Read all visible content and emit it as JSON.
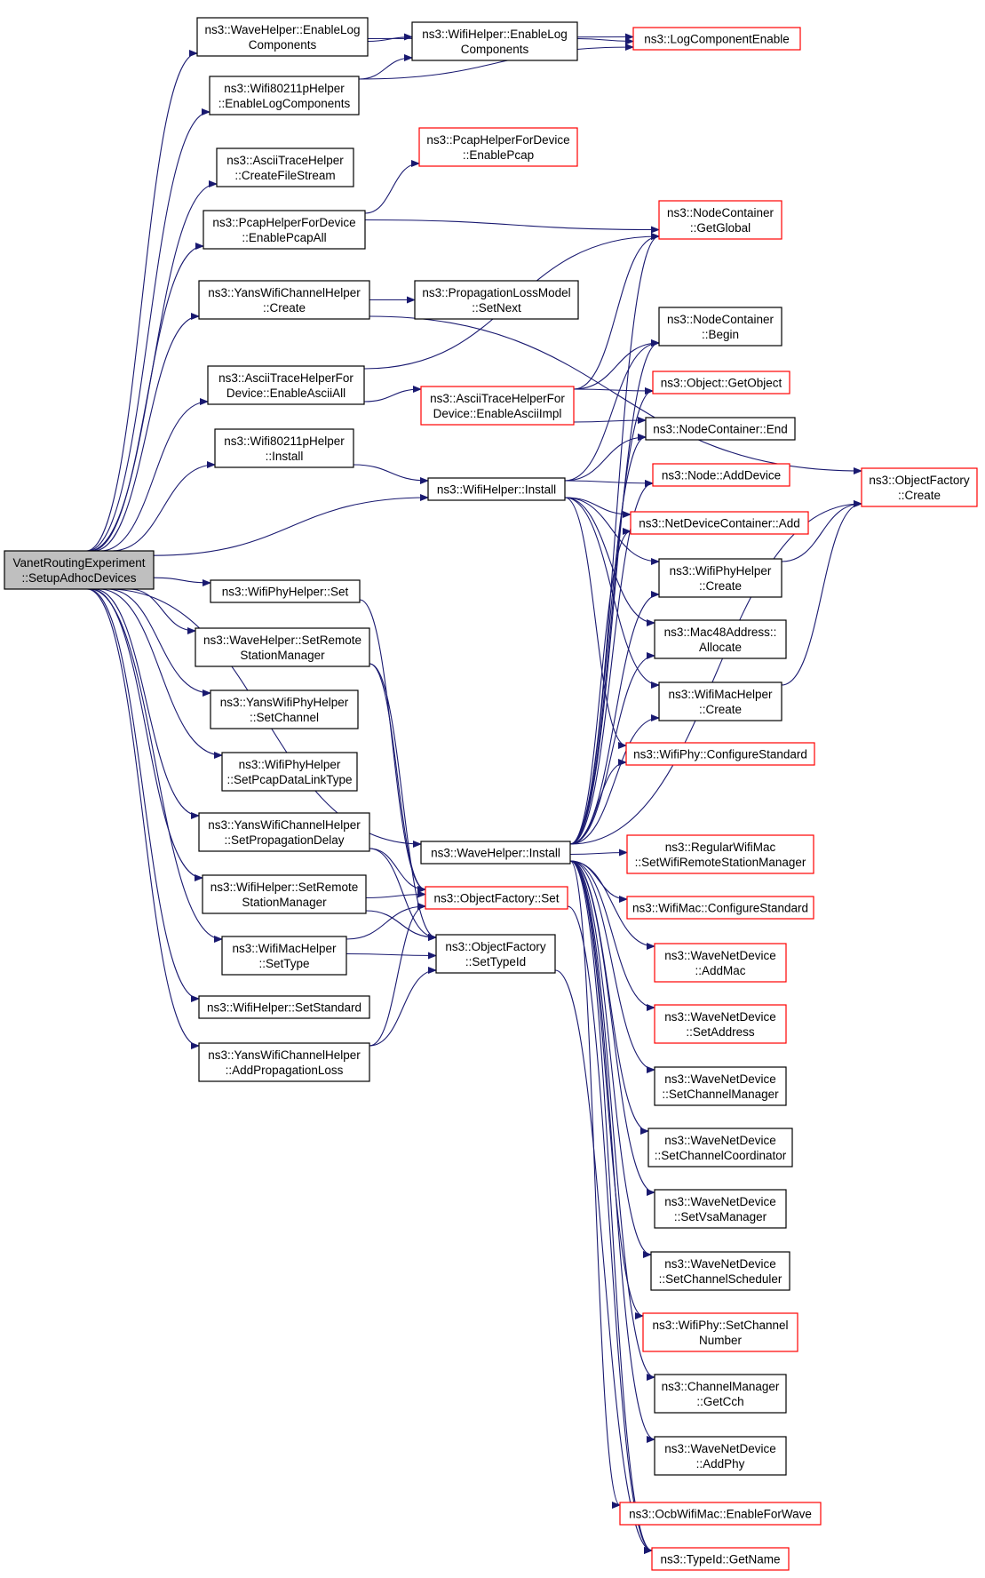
{
  "nodes": [
    {
      "id": "root",
      "lines": [
        "VanetRoutingExperiment",
        "::SetupAdhocDevices"
      ],
      "style": "root"
    },
    {
      "id": "n1",
      "lines": [
        "ns3::WaveHelper::EnableLog",
        "Components"
      ],
      "style": "black"
    },
    {
      "id": "n2",
      "lines": [
        "ns3::WifiHelper::EnableLog",
        "Components"
      ],
      "style": "black"
    },
    {
      "id": "n3",
      "lines": [
        "ns3::LogComponentEnable"
      ],
      "style": "red"
    },
    {
      "id": "n4",
      "lines": [
        "ns3::Wifi80211pHelper",
        "::EnableLogComponents"
      ],
      "style": "black"
    },
    {
      "id": "n5",
      "lines": [
        "ns3::AsciiTraceHelper",
        "::CreateFileStream"
      ],
      "style": "black"
    },
    {
      "id": "n6",
      "lines": [
        "ns3::PcapHelperForDevice",
        "::EnablePcap"
      ],
      "style": "red"
    },
    {
      "id": "n7",
      "lines": [
        "ns3::PcapHelperForDevice",
        "::EnablePcapAll"
      ],
      "style": "black"
    },
    {
      "id": "n8",
      "lines": [
        "ns3::NodeContainer",
        "::GetGlobal"
      ],
      "style": "red"
    },
    {
      "id": "n9",
      "lines": [
        "ns3::YansWifiChannelHelper",
        "::Create"
      ],
      "style": "black"
    },
    {
      "id": "n10",
      "lines": [
        "ns3::PropagationLossModel",
        "::SetNext"
      ],
      "style": "black"
    },
    {
      "id": "n11",
      "lines": [
        "ns3::NodeContainer",
        "::Begin"
      ],
      "style": "black"
    },
    {
      "id": "n12",
      "lines": [
        "ns3::AsciiTraceHelperFor",
        "Device::EnableAsciiAll"
      ],
      "style": "black"
    },
    {
      "id": "n13",
      "lines": [
        "ns3::Object::GetObject"
      ],
      "style": "red"
    },
    {
      "id": "n14",
      "lines": [
        "ns3::AsciiTraceHelperFor",
        "Device::EnableAsciiImpl"
      ],
      "style": "red"
    },
    {
      "id": "n15",
      "lines": [
        "ns3::NodeContainer::End"
      ],
      "style": "black"
    },
    {
      "id": "n16",
      "lines": [
        "ns3::Wifi80211pHelper",
        "::Install"
      ],
      "style": "black"
    },
    {
      "id": "n17",
      "lines": [
        "ns3::Node::AddDevice"
      ],
      "style": "red"
    },
    {
      "id": "n18",
      "lines": [
        "ns3::ObjectFactory",
        "::Create"
      ],
      "style": "red"
    },
    {
      "id": "n19",
      "lines": [
        "ns3::WifiHelper::Install"
      ],
      "style": "black"
    },
    {
      "id": "n20",
      "lines": [
        "ns3::NetDeviceContainer::Add"
      ],
      "style": "red"
    },
    {
      "id": "n21",
      "lines": [
        "ns3::WifiPhyHelper",
        "::Create"
      ],
      "style": "black"
    },
    {
      "id": "n22",
      "lines": [
        "ns3::WifiPhyHelper::Set"
      ],
      "style": "black"
    },
    {
      "id": "n23",
      "lines": [
        "ns3::WaveHelper::SetRemote",
        "StationManager"
      ],
      "style": "black"
    },
    {
      "id": "n24",
      "lines": [
        "ns3::Mac48Address::",
        "Allocate"
      ],
      "style": "black"
    },
    {
      "id": "n25",
      "lines": [
        "ns3::YansWifiPhyHelper",
        "::SetChannel"
      ],
      "style": "black"
    },
    {
      "id": "n26",
      "lines": [
        "ns3::WifiMacHelper",
        "::Create"
      ],
      "style": "black"
    },
    {
      "id": "n27",
      "lines": [
        "ns3::WifiPhy::ConfigureStandard"
      ],
      "style": "red"
    },
    {
      "id": "n28",
      "lines": [
        "ns3::WifiPhyHelper",
        "::SetPcapDataLinkType"
      ],
      "style": "black"
    },
    {
      "id": "n29",
      "lines": [
        "ns3::YansWifiChannelHelper",
        "::SetPropagationDelay"
      ],
      "style": "black"
    },
    {
      "id": "n30",
      "lines": [
        "ns3::WaveHelper::Install"
      ],
      "style": "black"
    },
    {
      "id": "n31",
      "lines": [
        "ns3::RegularWifiMac",
        "::SetWifiRemoteStationManager"
      ],
      "style": "red"
    },
    {
      "id": "n32",
      "lines": [
        "ns3::WifiHelper::SetRemote",
        "StationManager"
      ],
      "style": "black"
    },
    {
      "id": "n33",
      "lines": [
        "ns3::ObjectFactory::Set"
      ],
      "style": "red"
    },
    {
      "id": "n34",
      "lines": [
        "ns3::WifiMac::ConfigureStandard"
      ],
      "style": "red"
    },
    {
      "id": "n35",
      "lines": [
        "ns3::WifiMacHelper",
        "::SetType"
      ],
      "style": "black"
    },
    {
      "id": "n36",
      "lines": [
        "ns3::ObjectFactory",
        "::SetTypeId"
      ],
      "style": "black"
    },
    {
      "id": "n37",
      "lines": [
        "ns3::WaveNetDevice",
        "::AddMac"
      ],
      "style": "red"
    },
    {
      "id": "n38",
      "lines": [
        "ns3::WifiHelper::SetStandard"
      ],
      "style": "black"
    },
    {
      "id": "n39",
      "lines": [
        "ns3::WaveNetDevice",
        "::SetAddress"
      ],
      "style": "red"
    },
    {
      "id": "n40",
      "lines": [
        "ns3::YansWifiChannelHelper",
        "::AddPropagationLoss"
      ],
      "style": "black"
    },
    {
      "id": "n41",
      "lines": [
        "ns3::WaveNetDevice",
        "::SetChannelManager"
      ],
      "style": "black"
    },
    {
      "id": "n42",
      "lines": [
        "ns3::WaveNetDevice",
        "::SetChannelCoordinator"
      ],
      "style": "black"
    },
    {
      "id": "n43",
      "lines": [
        "ns3::WaveNetDevice",
        "::SetVsaManager"
      ],
      "style": "black"
    },
    {
      "id": "n44",
      "lines": [
        "ns3::WaveNetDevice",
        "::SetChannelScheduler"
      ],
      "style": "black"
    },
    {
      "id": "n45",
      "lines": [
        "ns3::WifiPhy::SetChannel",
        "Number"
      ],
      "style": "red"
    },
    {
      "id": "n46",
      "lines": [
        "ns3::ChannelManager",
        "::GetCch"
      ],
      "style": "black"
    },
    {
      "id": "n47",
      "lines": [
        "ns3::WaveNetDevice",
        "::AddPhy"
      ],
      "style": "black"
    },
    {
      "id": "n48",
      "lines": [
        "ns3::OcbWifiMac::EnableForWave"
      ],
      "style": "red"
    },
    {
      "id": "n49",
      "lines": [
        "ns3::TypeId::GetName"
      ],
      "style": "red"
    }
  ],
  "edges": [
    [
      "root",
      "n1"
    ],
    [
      "root",
      "n4"
    ],
    [
      "root",
      "n5"
    ],
    [
      "root",
      "n7"
    ],
    [
      "root",
      "n9"
    ],
    [
      "root",
      "n12"
    ],
    [
      "root",
      "n16"
    ],
    [
      "root",
      "n19"
    ],
    [
      "root",
      "n22"
    ],
    [
      "root",
      "n23"
    ],
    [
      "root",
      "n25"
    ],
    [
      "root",
      "n28"
    ],
    [
      "root",
      "n29"
    ],
    [
      "root",
      "n30"
    ],
    [
      "root",
      "n32"
    ],
    [
      "root",
      "n35"
    ],
    [
      "root",
      "n38"
    ],
    [
      "root",
      "n40"
    ],
    [
      "n1",
      "n2"
    ],
    [
      "n1",
      "n3"
    ],
    [
      "n2",
      "n3"
    ],
    [
      "n4",
      "n2"
    ],
    [
      "n4",
      "n3"
    ],
    [
      "n7",
      "n6"
    ],
    [
      "n7",
      "n8"
    ],
    [
      "n9",
      "n10"
    ],
    [
      "n9",
      "n18"
    ],
    [
      "n12",
      "n8"
    ],
    [
      "n12",
      "n14"
    ],
    [
      "n14",
      "n8"
    ],
    [
      "n14",
      "n11"
    ],
    [
      "n14",
      "n13"
    ],
    [
      "n14",
      "n15"
    ],
    [
      "n16",
      "n19"
    ],
    [
      "n19",
      "n11"
    ],
    [
      "n19",
      "n15"
    ],
    [
      "n19",
      "n17"
    ],
    [
      "n19",
      "n20"
    ],
    [
      "n19",
      "n21"
    ],
    [
      "n19",
      "n24"
    ],
    [
      "n19",
      "n26"
    ],
    [
      "n19",
      "n27"
    ],
    [
      "n21",
      "n18"
    ],
    [
      "n26",
      "n18"
    ],
    [
      "n22",
      "n33"
    ],
    [
      "n23",
      "n33"
    ],
    [
      "n23",
      "n36"
    ],
    [
      "n29",
      "n33"
    ],
    [
      "n29",
      "n36"
    ],
    [
      "n32",
      "n33"
    ],
    [
      "n32",
      "n36"
    ],
    [
      "n35",
      "n33"
    ],
    [
      "n35",
      "n36"
    ],
    [
      "n40",
      "n33"
    ],
    [
      "n40",
      "n36"
    ],
    [
      "n33",
      "n49"
    ],
    [
      "n36",
      "n49"
    ],
    [
      "n30",
      "n8"
    ],
    [
      "n30",
      "n11"
    ],
    [
      "n30",
      "n13"
    ],
    [
      "n30",
      "n15"
    ],
    [
      "n30",
      "n17"
    ],
    [
      "n30",
      "n20"
    ],
    [
      "n30",
      "n21"
    ],
    [
      "n30",
      "n24"
    ],
    [
      "n30",
      "n26"
    ],
    [
      "n30",
      "n27"
    ],
    [
      "n30",
      "n18"
    ],
    [
      "n30",
      "n31"
    ],
    [
      "n30",
      "n34"
    ],
    [
      "n30",
      "n37"
    ],
    [
      "n30",
      "n39"
    ],
    [
      "n30",
      "n41"
    ],
    [
      "n30",
      "n42"
    ],
    [
      "n30",
      "n43"
    ],
    [
      "n30",
      "n44"
    ],
    [
      "n30",
      "n45"
    ],
    [
      "n30",
      "n46"
    ],
    [
      "n30",
      "n47"
    ],
    [
      "n30",
      "n48"
    ],
    [
      "n30",
      "n49"
    ]
  ],
  "colors": {
    "edge": "#191970",
    "red_border": "#ff0000",
    "root_fill": "#bfbfbf"
  }
}
